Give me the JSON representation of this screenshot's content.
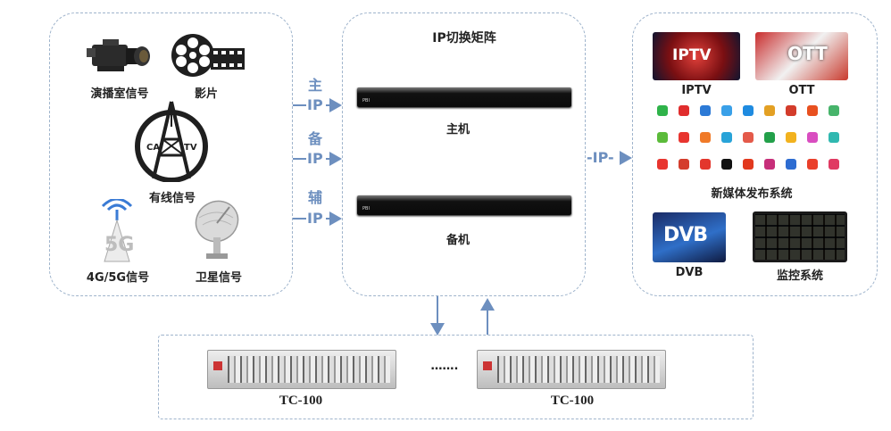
{
  "sources": {
    "studio": "演播室信号",
    "film": "影片",
    "cable": "有线信号",
    "cable_logo_left": "CA",
    "cable_logo_right": "TV",
    "mobile": "4G/5G信号",
    "mobile_logo": "5G",
    "satellite": "卫星信号"
  },
  "links": {
    "main_char": "主",
    "backup_char": "备",
    "aux_char": "辅",
    "ip": "IP",
    "out_ip": "-IP-"
  },
  "matrix": {
    "title": "IP切换矩阵",
    "main_unit": "主机",
    "backup_unit": "备机"
  },
  "outputs": {
    "iptv": "IPTV",
    "ott": "OTT",
    "iptv_logo": "IPTV",
    "ott_logo": "OTT",
    "newmedia": "新媒体发布系统",
    "dvb": "DVB",
    "dvb_logo": "DVB",
    "monitor": "监控系统"
  },
  "bottom": {
    "device_left": "TC-100",
    "device_right": "TC-100",
    "ellipsis": "……."
  },
  "colors": {
    "box_border": "#9fb4cc",
    "arrow": "#6d8fbf"
  }
}
